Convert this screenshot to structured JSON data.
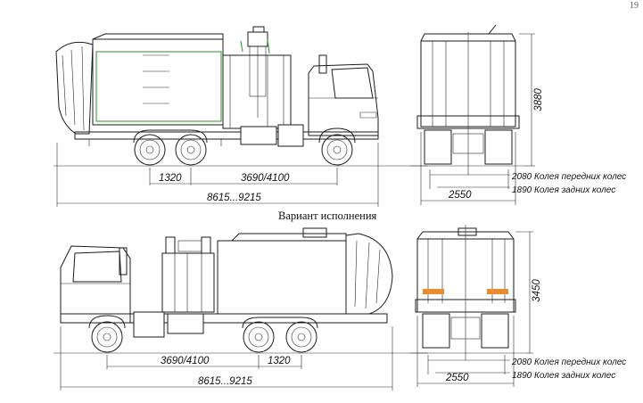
{
  "page_number": "19",
  "caption": "Вариант исполнения",
  "top_view": {
    "wheel_spacing": "1320",
    "wheelbase": "3690/4100",
    "overall_length": "8615...9215",
    "front_width": "2550",
    "height": "3880",
    "front_track": "2080 Колея передних колес",
    "rear_track": "1890 Колея задних колес"
  },
  "bottom_view": {
    "wheel_spacing": "1320",
    "wheelbase": "3690/4100",
    "overall_length": "8615...9215",
    "front_width": "2550",
    "height": "3450",
    "front_track": "2080 Колея передних колес",
    "rear_track": "1890 Колея задних колес"
  }
}
